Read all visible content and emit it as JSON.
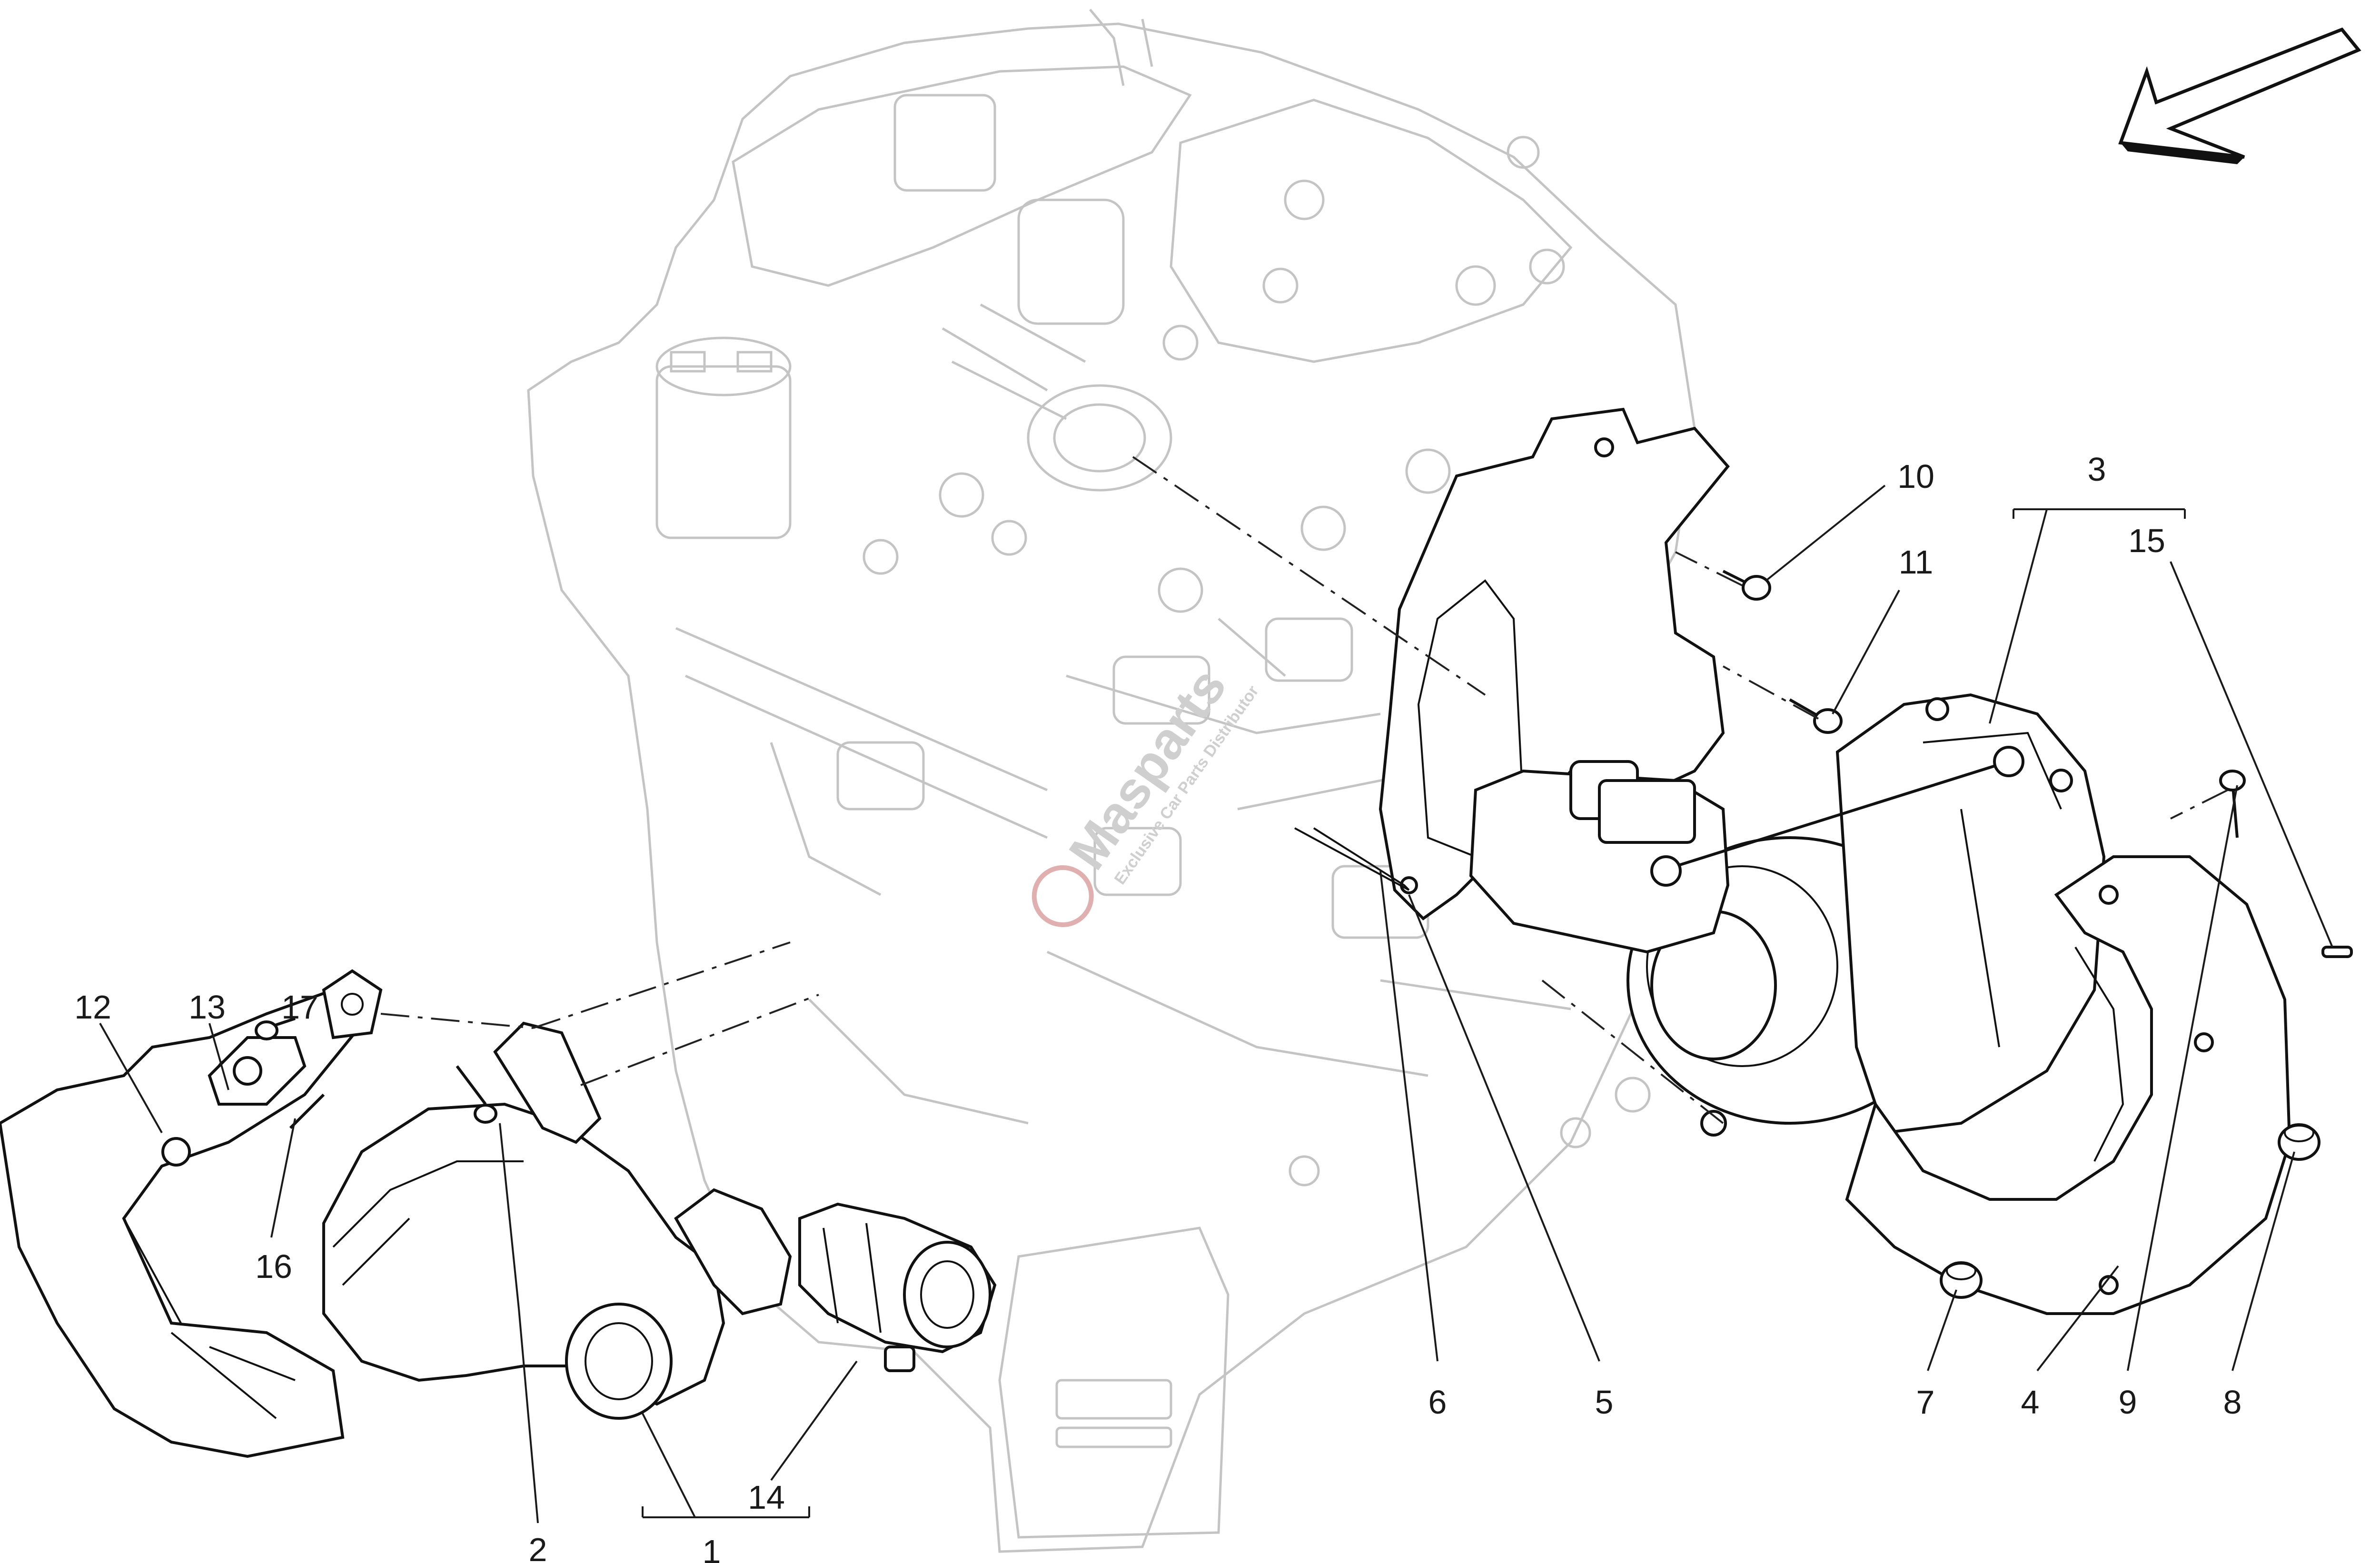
{
  "watermark": {
    "brand": "Masparts",
    "tagline": "Exclusive Car Parts Distributor"
  },
  "callouts": [
    {
      "id": "1",
      "label": "1"
    },
    {
      "id": "2",
      "label": "2"
    },
    {
      "id": "3",
      "label": "3"
    },
    {
      "id": "4",
      "label": "4"
    },
    {
      "id": "5",
      "label": "5"
    },
    {
      "id": "6",
      "label": "6"
    },
    {
      "id": "7",
      "label": "7"
    },
    {
      "id": "8",
      "label": "8"
    },
    {
      "id": "9",
      "label": "9"
    },
    {
      "id": "10",
      "label": "10"
    },
    {
      "id": "11",
      "label": "11"
    },
    {
      "id": "12",
      "label": "12"
    },
    {
      "id": "13",
      "label": "13"
    },
    {
      "id": "14",
      "label": "14"
    },
    {
      "id": "15",
      "label": "15"
    },
    {
      "id": "16",
      "label": "16"
    },
    {
      "id": "17",
      "label": "17"
    }
  ],
  "icons": {
    "direction_arrow": "direction-arrow-icon"
  }
}
